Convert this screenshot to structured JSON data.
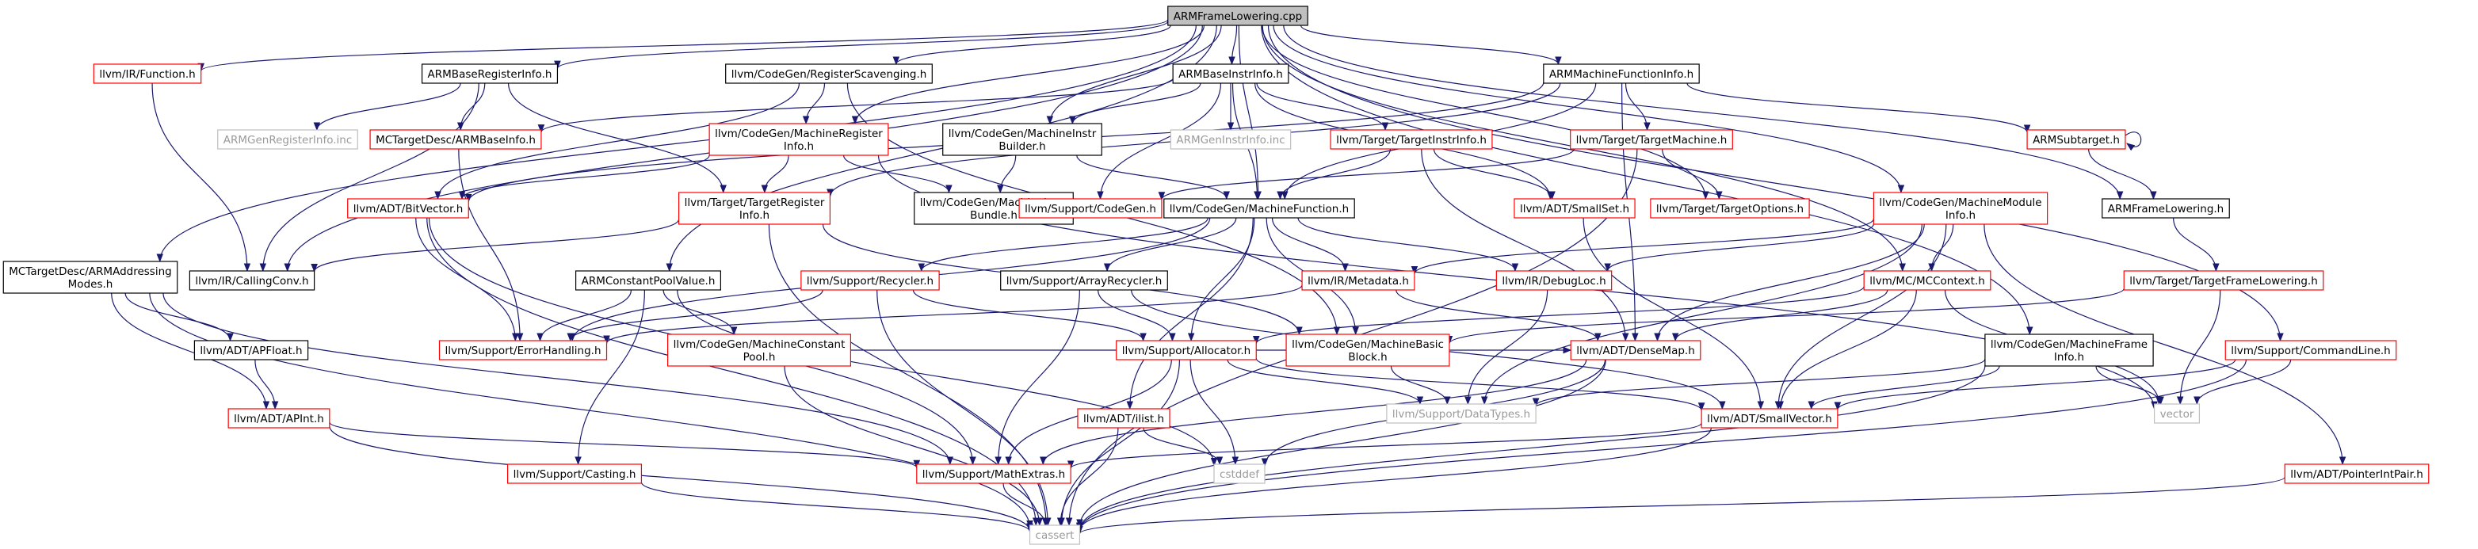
{
  "colors": {
    "edge": "#191970",
    "root_fill": "#bfbfbf",
    "red_border": "#ff0000",
    "black_border": "#000000",
    "gray_border": "#bfbfbf",
    "gray_text": "#9a9a9a"
  },
  "graph": {
    "root": "ARMFrameLowering.cpp",
    "nodes": [
      {
        "id": "root",
        "lines": [
          "ARMFrameLowering.cpp"
        ],
        "style": "root"
      },
      {
        "id": "irfunction",
        "lines": [
          "llvm/IR/Function.h"
        ],
        "style": "red"
      },
      {
        "id": "armbaseregisterinfo",
        "lines": [
          "ARMBaseRegisterInfo.h"
        ],
        "style": "black"
      },
      {
        "id": "regscavenging",
        "lines": [
          "llvm/CodeGen/RegisterScavenging.h"
        ],
        "style": "black"
      },
      {
        "id": "armbaseinstrinfo",
        "lines": [
          "ARMBaseInstrInfo.h"
        ],
        "style": "black"
      },
      {
        "id": "armmachinefunctioninfo",
        "lines": [
          "ARMMachineFunctionInfo.h"
        ],
        "style": "black"
      },
      {
        "id": "armgenregisterinfo",
        "lines": [
          "ARMGenRegisterInfo.inc"
        ],
        "style": "gray"
      },
      {
        "id": "armbaseinfo",
        "lines": [
          "MCTargetDesc/ARMBaseInfo.h"
        ],
        "style": "red"
      },
      {
        "id": "machineregisterinfo",
        "lines": [
          "llvm/CodeGen/MachineRegister",
          "Info.h"
        ],
        "style": "red"
      },
      {
        "id": "machineinstrbuilder",
        "lines": [
          "llvm/CodeGen/MachineInstr",
          "Builder.h"
        ],
        "style": "black"
      },
      {
        "id": "armgeninstrinfo",
        "lines": [
          "ARMGenInstrInfo.inc"
        ],
        "style": "gray"
      },
      {
        "id": "targetinstrinfo",
        "lines": [
          "llvm/Target/TargetInstrInfo.h"
        ],
        "style": "red"
      },
      {
        "id": "targetmachine",
        "lines": [
          "llvm/Target/TargetMachine.h"
        ],
        "style": "red"
      },
      {
        "id": "armsubtarget",
        "lines": [
          "ARMSubtarget.h"
        ],
        "style": "red"
      },
      {
        "id": "bitvector",
        "lines": [
          "llvm/ADT/BitVector.h"
        ],
        "style": "red"
      },
      {
        "id": "targetregisterinfo",
        "lines": [
          "llvm/Target/TargetRegister",
          "Info.h"
        ],
        "style": "red"
      },
      {
        "id": "machineinstrbundle",
        "lines": [
          "llvm/CodeGen/MachineInstr",
          "Bundle.h"
        ],
        "style": "black"
      },
      {
        "id": "supportcodegen",
        "lines": [
          "llvm/Support/CodeGen.h"
        ],
        "style": "red"
      },
      {
        "id": "machinefunction",
        "lines": [
          "llvm/CodeGen/MachineFunction.h"
        ],
        "style": "black"
      },
      {
        "id": "smallset",
        "lines": [
          "llvm/ADT/SmallSet.h"
        ],
        "style": "red"
      },
      {
        "id": "targetoptions",
        "lines": [
          "llvm/Target/TargetOptions.h"
        ],
        "style": "red"
      },
      {
        "id": "machinemoduleinfo",
        "lines": [
          "llvm/CodeGen/MachineModule",
          "Info.h"
        ],
        "style": "red"
      },
      {
        "id": "armframelowering",
        "lines": [
          "ARMFrameLowering.h"
        ],
        "style": "black"
      },
      {
        "id": "armaddressingmodes",
        "lines": [
          "MCTargetDesc/ARMAddressing",
          "Modes.h"
        ],
        "style": "black"
      },
      {
        "id": "callingconv",
        "lines": [
          "llvm/IR/CallingConv.h"
        ],
        "style": "black"
      },
      {
        "id": "armconstantpoolvalue",
        "lines": [
          "ARMConstantPoolValue.h"
        ],
        "style": "black"
      },
      {
        "id": "recycler",
        "lines": [
          "llvm/Support/Recycler.h"
        ],
        "style": "red"
      },
      {
        "id": "arrayrecycler",
        "lines": [
          "llvm/Support/ArrayRecycler.h"
        ],
        "style": "black"
      },
      {
        "id": "irmetadata",
        "lines": [
          "llvm/IR/Metadata.h"
        ],
        "style": "red"
      },
      {
        "id": "irdebugloc",
        "lines": [
          "llvm/IR/DebugLoc.h"
        ],
        "style": "red"
      },
      {
        "id": "mccontext",
        "lines": [
          "llvm/MC/MCContext.h"
        ],
        "style": "red"
      },
      {
        "id": "targetframelowering",
        "lines": [
          "llvm/Target/TargetFrameLowering.h"
        ],
        "style": "red"
      },
      {
        "id": "apfloat",
        "lines": [
          "llvm/ADT/APFloat.h"
        ],
        "style": "black"
      },
      {
        "id": "errorhandling",
        "lines": [
          "llvm/Support/ErrorHandling.h"
        ],
        "style": "red"
      },
      {
        "id": "machineconstantpool",
        "lines": [
          "llvm/CodeGen/MachineConstant",
          "Pool.h"
        ],
        "style": "red"
      },
      {
        "id": "allocator",
        "lines": [
          "llvm/Support/Allocator.h"
        ],
        "style": "red"
      },
      {
        "id": "machinebasicblock",
        "lines": [
          "llvm/CodeGen/MachineBasic",
          "Block.h"
        ],
        "style": "red"
      },
      {
        "id": "densemap",
        "lines": [
          "llvm/ADT/DenseMap.h"
        ],
        "style": "red"
      },
      {
        "id": "machineframeinfo",
        "lines": [
          "llvm/CodeGen/MachineFrame",
          "Info.h"
        ],
        "style": "black"
      },
      {
        "id": "commandline",
        "lines": [
          "llvm/Support/CommandLine.h"
        ],
        "style": "red"
      },
      {
        "id": "apint",
        "lines": [
          "llvm/ADT/APInt.h"
        ],
        "style": "red"
      },
      {
        "id": "ilist",
        "lines": [
          "llvm/ADT/ilist.h"
        ],
        "style": "red"
      },
      {
        "id": "datatypes",
        "lines": [
          "llvm/Support/DataTypes.h"
        ],
        "style": "gray"
      },
      {
        "id": "smallvector",
        "lines": [
          "llvm/ADT/SmallVector.h"
        ],
        "style": "red"
      },
      {
        "id": "vector",
        "lines": [
          "vector"
        ],
        "style": "gray"
      },
      {
        "id": "casting",
        "lines": [
          "llvm/Support/Casting.h"
        ],
        "style": "red"
      },
      {
        "id": "mathextras",
        "lines": [
          "llvm/Support/MathExtras.h"
        ],
        "style": "red"
      },
      {
        "id": "cstddef",
        "lines": [
          "cstddef"
        ],
        "style": "gray"
      },
      {
        "id": "pointerintpair",
        "lines": [
          "llvm/ADT/PointerIntPair.h"
        ],
        "style": "red"
      },
      {
        "id": "cassert",
        "lines": [
          "cassert"
        ],
        "style": "gray"
      }
    ],
    "edges": [
      [
        "root",
        "irfunction"
      ],
      [
        "root",
        "armbaseregisterinfo"
      ],
      [
        "root",
        "regscavenging"
      ],
      [
        "root",
        "armbaseinstrinfo"
      ],
      [
        "root",
        "armmachinefunctioninfo"
      ],
      [
        "root",
        "armaddressingmodes"
      ],
      [
        "root",
        "armconstantpoolvalue"
      ],
      [
        "root",
        "machineinstrbuilder"
      ],
      [
        "root",
        "machinemoduleinfo"
      ],
      [
        "root",
        "machineregisterinfo"
      ],
      [
        "root",
        "targetoptions"
      ],
      [
        "root",
        "commandline"
      ],
      [
        "root",
        "machineframeinfo"
      ],
      [
        "root",
        "armframelowering"
      ],
      [
        "root",
        "mccontext"
      ],
      [
        "root",
        "callingconv"
      ],
      [
        "root",
        "machinefunction"
      ],
      [
        "irfunction",
        "callingconv"
      ],
      [
        "armbaseregisterinfo",
        "armgenregisterinfo"
      ],
      [
        "armbaseregisterinfo",
        "armbaseinfo"
      ],
      [
        "armbaseregisterinfo",
        "targetregisterinfo"
      ],
      [
        "armbaseregisterinfo",
        "callingconv"
      ],
      [
        "regscavenging",
        "machineregisterinfo"
      ],
      [
        "regscavenging",
        "bitvector"
      ],
      [
        "regscavenging",
        "machinebasicblock"
      ],
      [
        "armbaseinstrinfo",
        "armbaseinfo"
      ],
      [
        "armbaseinstrinfo",
        "machineinstrbuilder"
      ],
      [
        "armbaseinstrinfo",
        "armgeninstrinfo"
      ],
      [
        "armbaseinstrinfo",
        "targetinstrinfo"
      ],
      [
        "armbaseinstrinfo",
        "supportcodegen"
      ],
      [
        "armbaseinstrinfo",
        "smallset"
      ],
      [
        "armbaseinstrinfo",
        "machinefunction"
      ],
      [
        "armmachinefunctioninfo",
        "armsubtarget"
      ],
      [
        "armmachinefunctioninfo",
        "targetmachine"
      ],
      [
        "armmachinefunctioninfo",
        "machinefunction"
      ],
      [
        "armmachinefunctioninfo",
        "targetregisterinfo"
      ],
      [
        "armmachinefunctioninfo",
        "densemap"
      ],
      [
        "armmachinefunctioninfo",
        "bitvector"
      ],
      [
        "armbaseinfo",
        "errorhandling"
      ],
      [
        "machineregisterinfo",
        "bitvector"
      ],
      [
        "machineregisterinfo",
        "targetregisterinfo"
      ],
      [
        "machineregisterinfo",
        "machineinstrbundle"
      ],
      [
        "machineregisterinfo",
        "vector"
      ],
      [
        "machineinstrbuilder",
        "machineinstrbundle"
      ],
      [
        "machineinstrbuilder",
        "machinefunction"
      ],
      [
        "targetinstrinfo",
        "smallset"
      ],
      [
        "targetinstrinfo",
        "densemap"
      ],
      [
        "targetinstrinfo",
        "machinefunction"
      ],
      [
        "targetmachine",
        "supportcodegen"
      ],
      [
        "targetmachine",
        "targetoptions"
      ],
      [
        "targetmachine",
        "cassert"
      ],
      [
        "armsubtarget",
        "armsubtarget"
      ],
      [
        "armsubtarget",
        "armframelowering"
      ],
      [
        "bitvector",
        "errorhandling"
      ],
      [
        "bitvector",
        "mathextras"
      ],
      [
        "bitvector",
        "cassert"
      ],
      [
        "targetregisterinfo",
        "callingconv"
      ],
      [
        "targetregisterinfo",
        "machinebasicblock"
      ],
      [
        "targetregisterinfo",
        "cassert"
      ],
      [
        "machinefunction",
        "recycler"
      ],
      [
        "machinefunction",
        "arrayrecycler"
      ],
      [
        "machinefunction",
        "irmetadata"
      ],
      [
        "machinefunction",
        "irdebugloc"
      ],
      [
        "machinefunction",
        "errorhandling"
      ],
      [
        "machinefunction",
        "allocator"
      ],
      [
        "machinefunction",
        "machinebasicblock"
      ],
      [
        "machinefunction",
        "ilist"
      ],
      [
        "smallset",
        "smallvector"
      ],
      [
        "machinemoduleinfo",
        "irmetadata"
      ],
      [
        "machinemoduleinfo",
        "irdebugloc"
      ],
      [
        "machinemoduleinfo",
        "mccontext"
      ],
      [
        "machinemoduleinfo",
        "densemap"
      ],
      [
        "machinemoduleinfo",
        "smallvector"
      ],
      [
        "machinemoduleinfo",
        "pointerintpair"
      ],
      [
        "machinemoduleinfo",
        "datatypes"
      ],
      [
        "armframelowering",
        "targetframelowering"
      ],
      [
        "armaddressingmodes",
        "apfloat"
      ],
      [
        "armaddressingmodes",
        "apint"
      ],
      [
        "armaddressingmodes",
        "mathextras"
      ],
      [
        "armaddressingmodes",
        "cassert"
      ],
      [
        "armconstantpoolvalue",
        "machineconstantpool"
      ],
      [
        "armconstantpoolvalue",
        "casting"
      ],
      [
        "armconstantpoolvalue",
        "errorhandling"
      ],
      [
        "armconstantpoolvalue",
        "cstddef"
      ],
      [
        "recycler",
        "allocator"
      ],
      [
        "recycler",
        "errorhandling"
      ],
      [
        "recycler",
        "cassert"
      ],
      [
        "arrayrecycler",
        "allocator"
      ],
      [
        "arrayrecycler",
        "mathextras"
      ],
      [
        "arrayrecycler",
        "smallvector"
      ],
      [
        "irmetadata",
        "densemap"
      ],
      [
        "irmetadata",
        "errorhandling"
      ],
      [
        "irdebugloc",
        "datatypes"
      ],
      [
        "mccontext",
        "densemap"
      ],
      [
        "mccontext",
        "allocator"
      ],
      [
        "mccontext",
        "smallvector"
      ],
      [
        "mccontext",
        "vector"
      ],
      [
        "targetframelowering",
        "machinebasicblock"
      ],
      [
        "targetframelowering",
        "vector"
      ],
      [
        "apfloat",
        "apint"
      ],
      [
        "machineconstantpool",
        "densemap"
      ],
      [
        "machineconstantpool",
        "cassert"
      ],
      [
        "allocator",
        "mathextras"
      ],
      [
        "allocator",
        "datatypes"
      ],
      [
        "allocator",
        "smallvector"
      ],
      [
        "allocator",
        "cstddef"
      ],
      [
        "allocator",
        "cassert"
      ],
      [
        "machinebasicblock",
        "datatypes"
      ],
      [
        "densemap",
        "mathextras"
      ],
      [
        "densemap",
        "cstddef"
      ],
      [
        "densemap",
        "cassert"
      ],
      [
        "machineframeinfo",
        "smallvector"
      ],
      [
        "machineframeinfo",
        "datatypes"
      ],
      [
        "machineframeinfo",
        "vector"
      ],
      [
        "machineframeinfo",
        "cassert"
      ],
      [
        "commandline",
        "smallvector"
      ],
      [
        "commandline",
        "vector"
      ],
      [
        "commandline",
        "cassert"
      ],
      [
        "apint",
        "mathextras"
      ],
      [
        "apint",
        "cassert"
      ],
      [
        "ilist",
        "cstddef"
      ],
      [
        "ilist",
        "cassert"
      ],
      [
        "smallvector",
        "mathextras"
      ],
      [
        "smallvector",
        "cassert"
      ],
      [
        "casting",
        "cassert"
      ],
      [
        "mathextras",
        "cassert"
      ],
      [
        "pointerintpair",
        "cassert"
      ]
    ]
  }
}
